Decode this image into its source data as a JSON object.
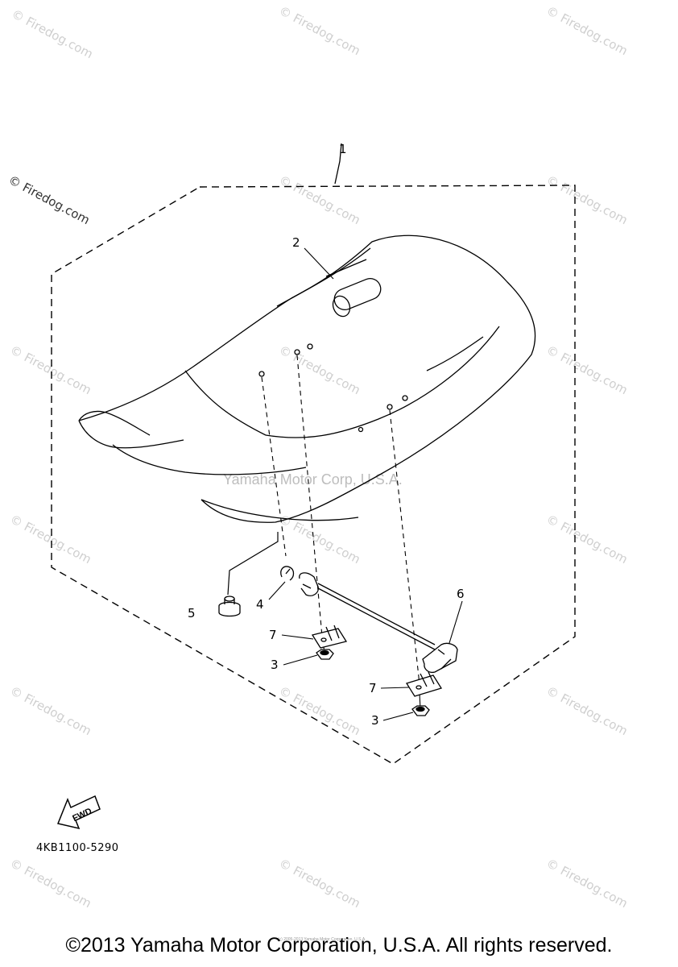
{
  "watermark": {
    "text": "© Firedog.com",
    "center_text": "Yamaha Motor Corp, U.S.A."
  },
  "callouts": {
    "c1": "1",
    "c2": "2",
    "c3a": "3",
    "c3b": "3",
    "c4": "4",
    "c5": "5",
    "c6": "6",
    "c7a": "7",
    "c7b": "7"
  },
  "fwd_label": "FWD",
  "part_code": "4KB1100-5290",
  "copyright": "©2013 Yamaha Motor Corporation, U.S.A. All rights reserved.",
  "fine_print": "(c) 2005-2013 Yamaha Motor Corporation, U.S.A."
}
